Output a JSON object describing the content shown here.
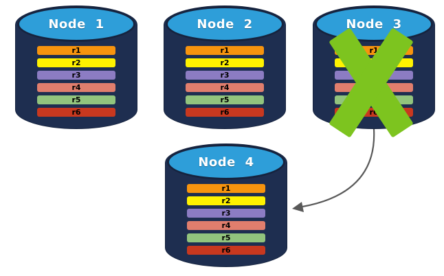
{
  "nodes": [
    {
      "title": "Node 1",
      "replicas": [
        "r1",
        "r2",
        "r3",
        "r4",
        "r5",
        "r6"
      ]
    },
    {
      "title": "Node 2",
      "replicas": [
        "r1",
        "r2",
        "r3",
        "r4",
        "r5",
        "r6"
      ]
    },
    {
      "title": "Node 3",
      "replicas": [
        "r1",
        "r2",
        "r3",
        "r4",
        "r5",
        "r6"
      ],
      "has_failure_x": true
    },
    {
      "title": "Node 4",
      "replicas": [
        "r1",
        "r2",
        "r3",
        "r4",
        "r5",
        "r6"
      ]
    }
  ],
  "replica_colors": [
    "#F7940E",
    "#FFF200",
    "#8C7CC3",
    "#E17E6D",
    "#92C47D",
    "#C8381F"
  ],
  "colors": {
    "cylinder_body": "#1E2E50",
    "cylinder_outline": "#16233E",
    "cylinder_top": "#2E9ED9",
    "failure_x": "#7DC41F",
    "node_title_text": "#FFFFFF",
    "replica_label_text": "#000000",
    "background": "#FFFFFF"
  },
  "arrow": {
    "from": "Node 3",
    "to": "Node 4",
    "color": "#595959"
  }
}
